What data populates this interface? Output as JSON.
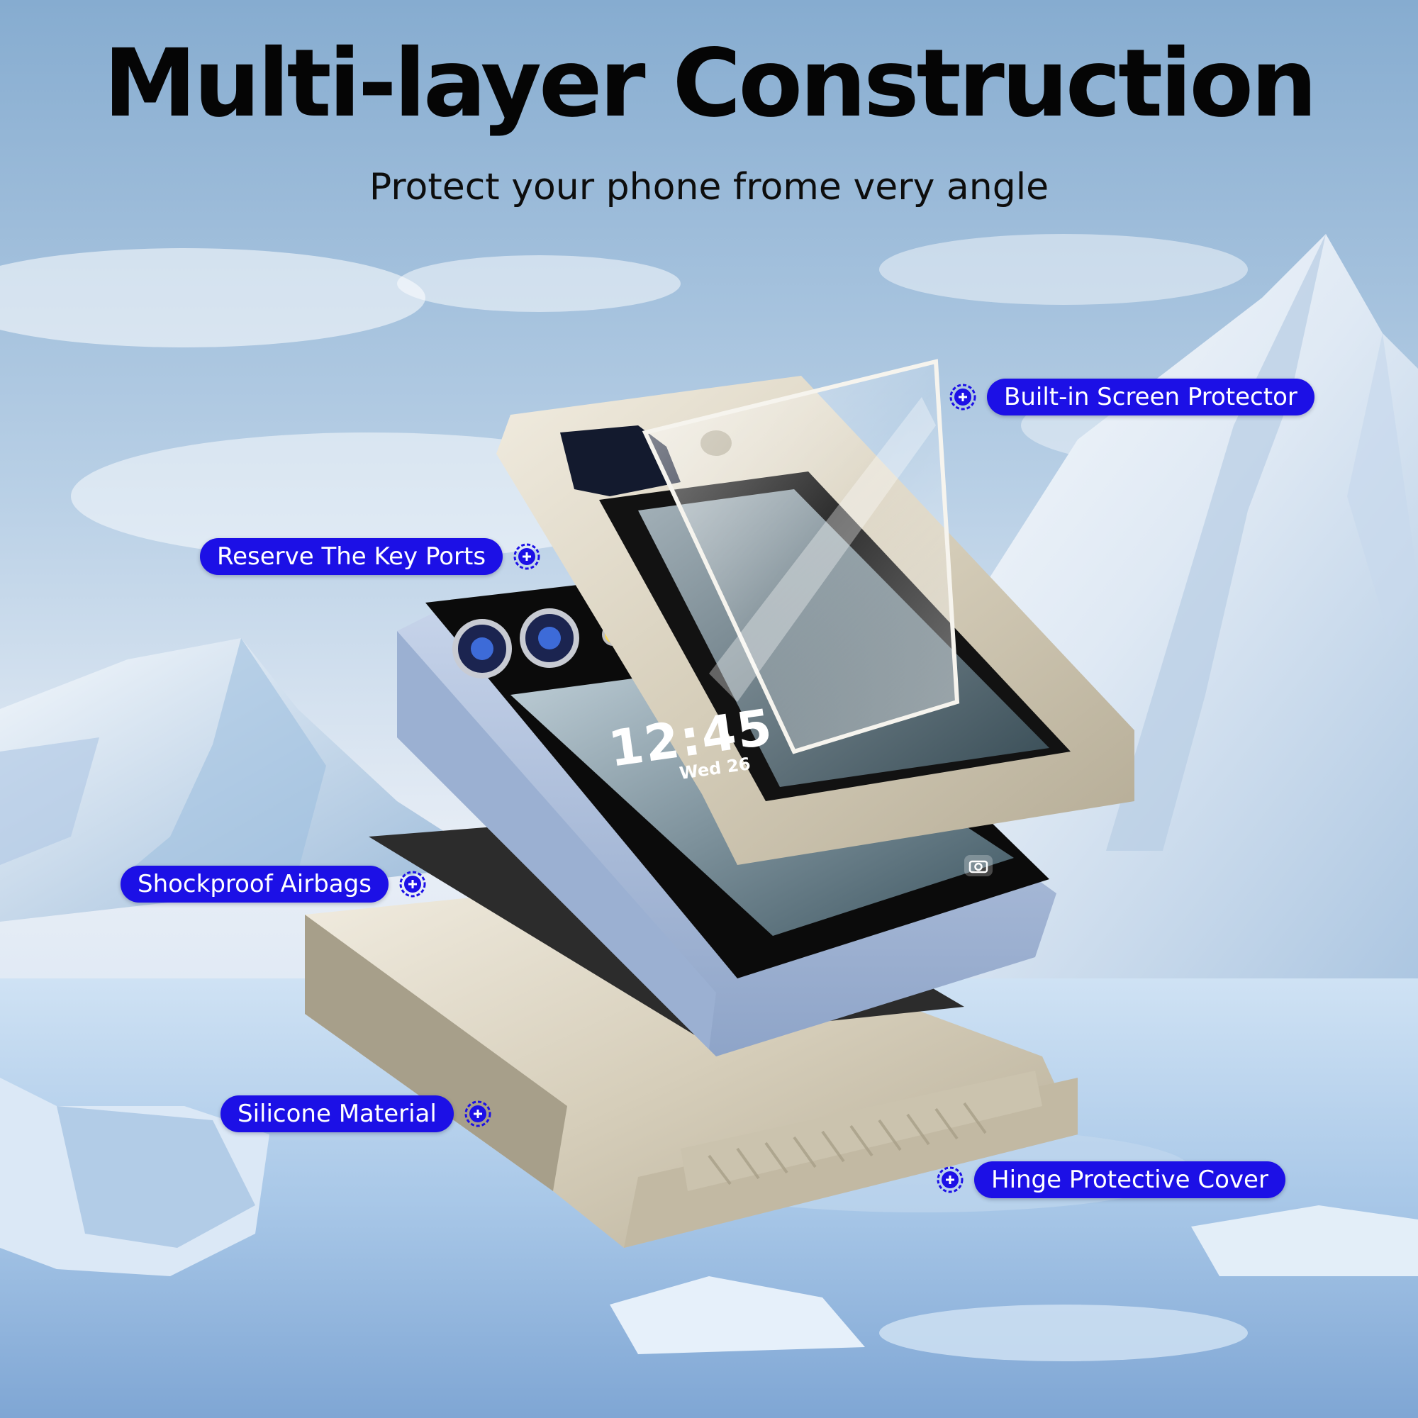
{
  "header": {
    "title": "Multi-layer Construction",
    "subtitle": "Protect your phone frome very angle"
  },
  "callouts": {
    "screen_protector": "Built-in Screen Protector",
    "key_ports": "Reserve The Key Ports",
    "airbags": "Shockproof Airbags",
    "silicone": "Silicone Material",
    "hinge": "Hinge Protective Cover"
  },
  "phone_screen": {
    "clock": "12:45",
    "date": "Wed 26"
  },
  "colors": {
    "callout_fill": "#1c10e6",
    "case_color": "#d8d0bd",
    "sky_top": "#8fb4d6",
    "ice": "#dbe9f5"
  },
  "icons": [
    "plus-circle-icon",
    "camera-icon"
  ]
}
